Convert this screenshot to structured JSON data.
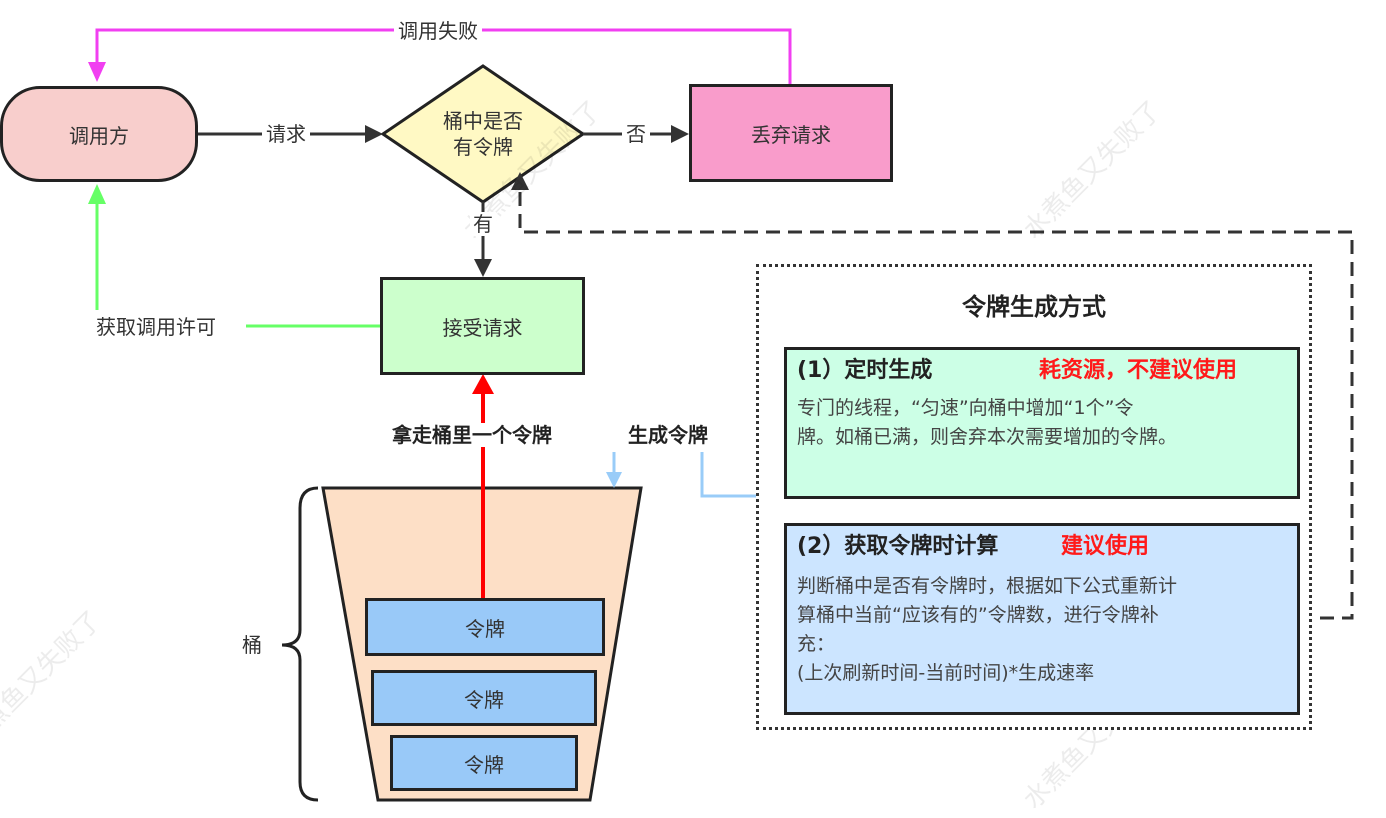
{
  "nodes": {
    "caller": "调用方",
    "decision": [
      "桶中是否",
      "有令牌"
    ],
    "discard": "丢弃请求",
    "accept": "接受请求"
  },
  "edges": {
    "call_failed": "调用失败",
    "request": "请求",
    "no": "否",
    "yes": "有",
    "get_permission": "获取调用许可",
    "take_token": "拿走桶里一个令牌",
    "generate_token": "生成令牌"
  },
  "bucket": {
    "label": "桶",
    "tokens": [
      "令牌",
      "令牌",
      "令牌"
    ]
  },
  "panel": {
    "title": "令牌生成方式",
    "methods": [
      {
        "title": "(1）定时生成",
        "tag": "耗资源，不建议使用",
        "lines": [
          "专门的线程，“匀速”向桶中增加“1个”令",
          "牌。如桶已满，则舍弃本次需要增加的令牌。"
        ]
      },
      {
        "title": "(2）获取令牌时计算",
        "tag": "建议使用",
        "lines": [
          "判断桶中是否有令牌时，根据如下公式重新计",
          "算桶中当前“应该有的”令牌数，进行令牌补",
          "充：",
          "(上次刷新时间-当前时间)*生成速率"
        ]
      }
    ]
  },
  "watermark": "水煮鱼又失败了",
  "colors": {
    "caller_fill": "#f8cecc",
    "decision_fill": "#fff9c4",
    "discard_fill": "#f99ccb",
    "accept_fill": "#ccffcc",
    "bucket_fill": "#fddfc6",
    "token_fill": "#99c9f8",
    "method1_fill": "#ccffe6",
    "method2_fill": "#cce5ff",
    "fail_arrow": "#f13ff1",
    "permission_arrow": "#66ff66",
    "take_arrow": "#ff0000",
    "generate_arrow": "#99ccf8",
    "emphasis_text": "#ff1a1a"
  }
}
